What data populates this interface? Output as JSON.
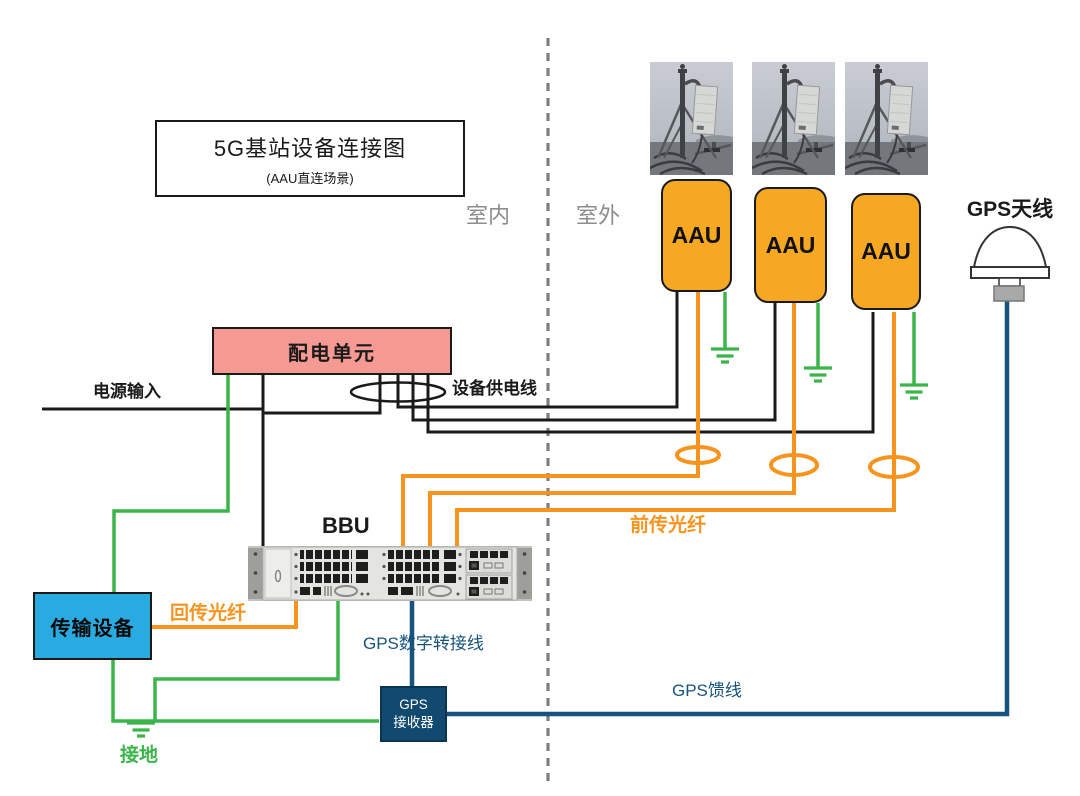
{
  "diagram": {
    "title": "5G基站设备连接图",
    "subtitle": "(AAU直连场景)",
    "zone_indoor": "室内",
    "zone_outdoor": "室外"
  },
  "nodes": {
    "power_distribution_unit": "配电单元",
    "aau": "AAU",
    "bbu": "BBU",
    "transmission_device": "传输设备",
    "gps_receiver_line1": "GPS",
    "gps_receiver_line2": "接收器",
    "gps_antenna": "GPS天线"
  },
  "cable_labels": {
    "power_input": "电源输入",
    "device_power_cable": "设备供电线",
    "fronthaul_fiber": "前传光纤",
    "backhaul_fiber": "回传光纤",
    "gps_digital_adapter_cable": "GPS数字转接线",
    "gps_feeder_cable": "GPS馈线",
    "grounding": "接地"
  },
  "colors": {
    "wire_black": "#1A1A1A",
    "wire_orange": "#F7941E",
    "wire_green": "#3BB54A",
    "wire_blue": "#16537E",
    "aau_fill": "#F7A823",
    "pdu_fill": "#F59A93",
    "transmission_fill": "#29ABE2",
    "gps_receiver_fill": "#124A6F",
    "zone_text": "#8C8C8C",
    "divider": "#7F7F7F"
  }
}
